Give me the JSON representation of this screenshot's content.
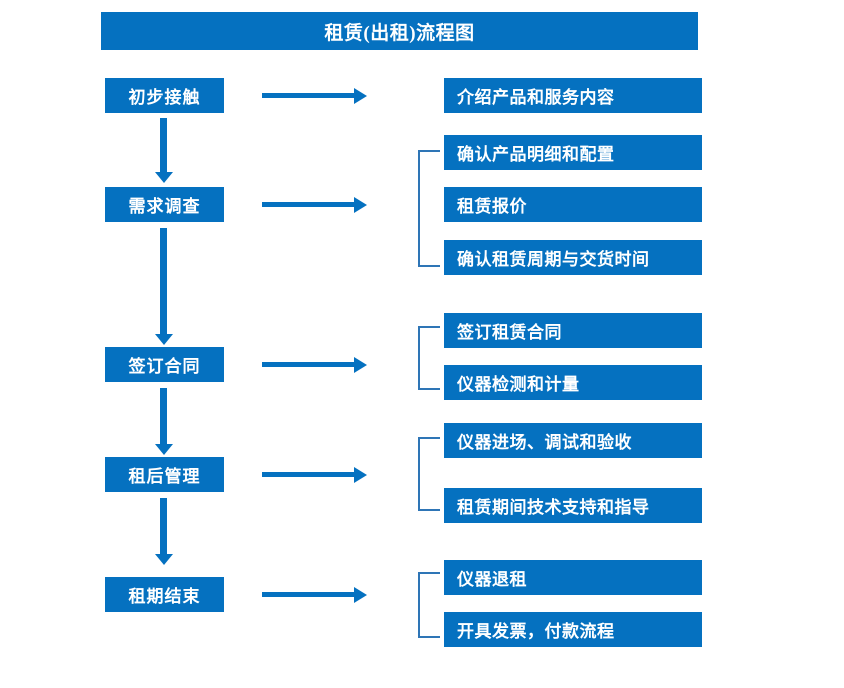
{
  "diagram": {
    "title": "租赁(出租)流程图",
    "accent_color": "#0571C0",
    "bracket_color": "#2E75B6",
    "text_color": "#FFFFFF",
    "background_color": "#FFFFFF",
    "stages": [
      {
        "id": "stage-1",
        "label": "初步接触",
        "details": [
          "介绍产品和服务内容"
        ],
        "bracketed": false
      },
      {
        "id": "stage-2",
        "label": "需求调查",
        "details": [
          "确认产品明细和配置",
          "租赁报价",
          "确认租赁周期与交货时间"
        ],
        "bracketed": true
      },
      {
        "id": "stage-3",
        "label": "签订合同",
        "details": [
          "签订租赁合同",
          "仪器检测和计量"
        ],
        "bracketed": true
      },
      {
        "id": "stage-4",
        "label": "租后管理",
        "details": [
          "仪器进场、调试和验收",
          "租赁期间技术支持和指导"
        ],
        "bracketed": true
      },
      {
        "id": "stage-5",
        "label": "租期结束",
        "details": [
          "仪器退租",
          "开具发票，付款流程"
        ],
        "bracketed": true
      }
    ],
    "connectors": {
      "vertical_arrow_icon": "arrow-down-icon",
      "horizontal_arrow_icon": "arrow-right-icon",
      "bracket_icon": "group-bracket-icon"
    }
  }
}
